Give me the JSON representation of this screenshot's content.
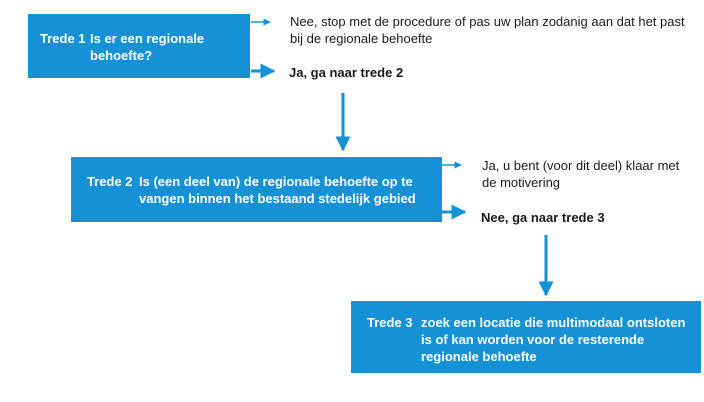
{
  "steps": [
    {
      "label": "Trede 1",
      "question": "Is er een regionale behoefte?"
    },
    {
      "label": "Trede 2",
      "question": "Is (een deel van) de regionale behoefte op te vangen binnen het bestaand stedelijk gebied"
    },
    {
      "label": "Trede 3",
      "question": "zoek een locatie die multimodaal ontsloten is of kan worden voor de resterende regionale behoefte"
    }
  ],
  "outcomes": {
    "step1_no": "Nee, stop met de procedure of pas uw plan zodanig aan dat het past bij de regionale behoefte",
    "step1_yes": "Ja, ga naar trede 2",
    "step2_yes": "Ja, u bent (voor dit deel) klaar met de motivering",
    "step2_no": "Nee, ga naar trede 3"
  },
  "colors": {
    "box": "#1592d6",
    "arrow": "#1592d6",
    "text": "#1a1a1a"
  }
}
